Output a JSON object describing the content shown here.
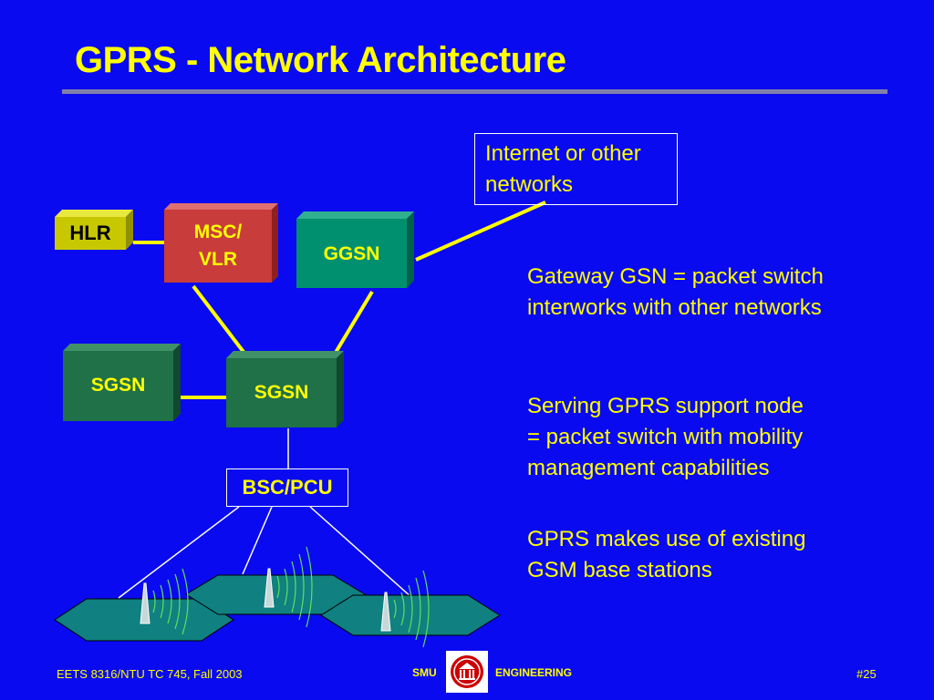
{
  "slide": {
    "title": "GPRS - Network Architecture"
  },
  "diagram": {
    "hlr": "HLR",
    "msc_line1": "MSC/",
    "msc_line2": "VLR",
    "ggsn": "GGSN",
    "sgsn_left": "SGSN",
    "sgsn_center": "SGSN",
    "bsc": "BSC/PCU",
    "internet_line1": "Internet or other",
    "internet_line2": "networks"
  },
  "notes": {
    "ggsn_desc": [
      "Gateway GSN = packet switch",
      "interworks with other networks"
    ],
    "sgsn_desc": [
      "Serving GPRS support node",
      "= packet switch with mobility",
      "management capabilities"
    ],
    "bts_desc": [
      "GPRS makes use of existing",
      "GSM base stations"
    ]
  },
  "footer": {
    "left": "EETS 8316/NTU TC 745,  Fall 2003",
    "smu": "SMU",
    "engineering": "ENGINEERING",
    "page": "#25"
  },
  "colors": {
    "background": "#0A0AF0",
    "text": "#FFFF00",
    "hlr": "#C8C800",
    "msc": "#C83C3C",
    "ggsn": "#009070",
    "sgsn": "#207048",
    "cell": "#108080"
  }
}
